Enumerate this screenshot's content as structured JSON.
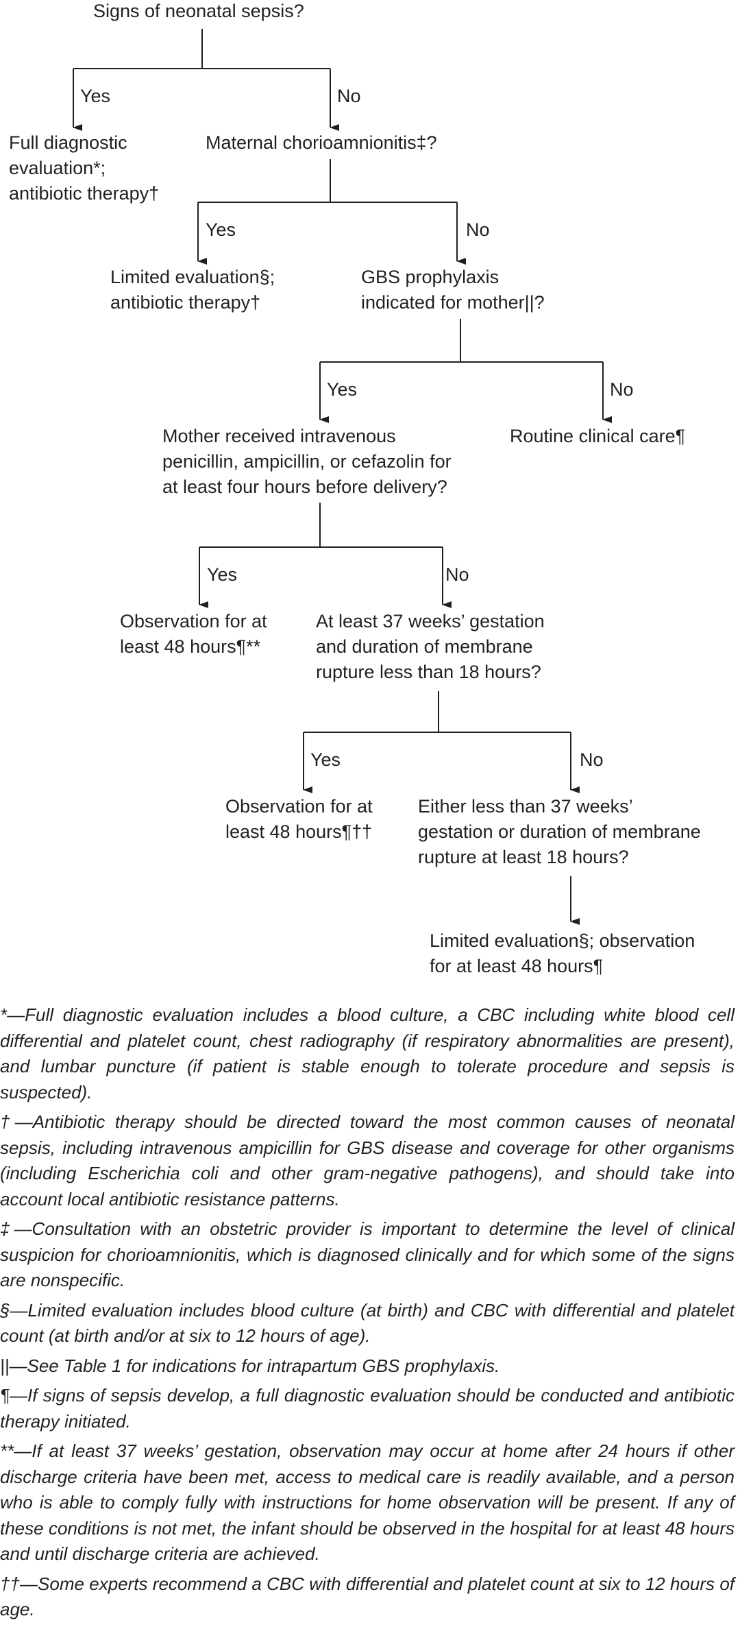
{
  "nodes": {
    "q_sepsis": "Signs of neonatal sepsis?",
    "full_eval": "Full diagnostic\nevaluation*;\nantibiotic therapy†",
    "q_chorio": "Maternal chorioamnionitis‡?",
    "limited_eval_abx": "Limited evaluation§;\nantibiotic therapy†",
    "q_gbs": "GBS prophylaxis\nindicated for mother||?",
    "q_iv": "Mother received intravenous\npenicillin, ampicillin, or cefazolin for\nat least four hours before delivery?",
    "routine": "Routine clinical care¶",
    "observe_1": "Observation for at\nleast 48 hours¶**",
    "q_37wk": "At least 37 weeks’ gestation\nand duration of membrane\nrupture less than 18 hours?",
    "observe_2": "Observation for at\nleast 48 hours¶††",
    "q_less37": "Either less than 37 weeks’\ngestation or duration of membrane\nrupture at least 18 hours?",
    "limited_observe": "Limited evaluation§; observation\nfor at least 48 hours¶"
  },
  "edge_labels": {
    "yes": "Yes",
    "no": "No"
  },
  "footnotes": [
    "*—Full diagnostic evaluation includes a blood culture, a CBC including white blood cell differential and platelet count, chest radiography (if respiratory abnormalities are present), and lumbar puncture (if patient is stable enough to tolerate procedure and sepsis is suspected).",
    "†—Antibiotic therapy should be directed toward the most common causes of neo­natal sepsis, including intravenous ampicillin for GBS disease and coverage for other organisms (including Escherichia coli and other gram-negative pathogens), and should take into account local antibiotic resistance patterns.",
    "‡—Consultation with an obstetric provider is important to determine the level of clini­cal suspicion for chorioamnionitis, which is diagnosed clinically and for which some of the signs are nonspecific.",
    "§—Limited evaluation includes blood culture (at birth) and CBC with differential and platelet count (at birth and/or at six to 12 hours of age).",
    "||—See Table 1 for indications for intrapartum GBS prophylaxis.",
    "¶—If signs of sepsis develop, a full diagnostic evaluation should be conducted and antibiotic therapy initiated.",
    "**—If at least 37 weeks’ gestation, observation may occur at home after 24 hours if other discharge criteria have been met, access to medical care is readily available, and a person who is able to comply fully with instructions for home observation will be present. If any of these conditions is not met, the infant should be observed in the hospital for at least 48 hours and until discharge criteria are achieved.",
    "††—Some experts recommend a CBC with differential and platelet count at six to 12 hours of age."
  ]
}
